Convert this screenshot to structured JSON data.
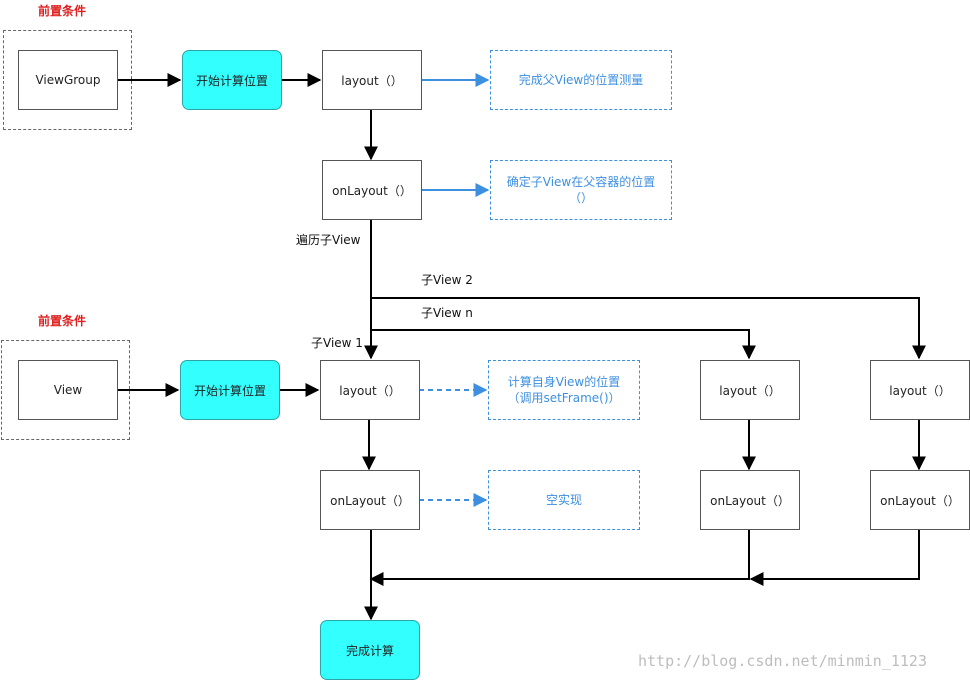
{
  "precondition_top": "前置条件",
  "precondition_bottom": "前置条件",
  "nodes": {
    "viewgroup": "ViewGroup",
    "view": "View",
    "start_top": "开始计算位置",
    "start_bottom": "开始计算位置",
    "layout_top": "layout（）",
    "onlayout_top": "onLayout（）",
    "layout_c1": "layout（）",
    "onlayout_c1": "onLayout（）",
    "layout_c2": "layout（）",
    "onlayout_c2": "onLayout（）",
    "layout_cn": "layout（）",
    "onlayout_cn": "onLayout（）",
    "done": "完成计算"
  },
  "notes": {
    "parent_measure": "完成父View的位置测量",
    "child_pos_line1": "确定子View在父容器的位置",
    "child_pos_line2": "（）",
    "self_pos_line1": "计算自身View的位置",
    "self_pos_line2": "（调用setFrame()）",
    "empty_impl": "空实现"
  },
  "edge_labels": {
    "traverse": "遍历子View",
    "child2": "子View 2",
    "childn": "子View n",
    "child1": "子View 1"
  },
  "watermark": "http://blog.csdn.net/minmin_1123",
  "colors": {
    "accent_cyan": "#33ffff",
    "note_blue": "#3d8fe0",
    "warning_red": "#e02020"
  }
}
